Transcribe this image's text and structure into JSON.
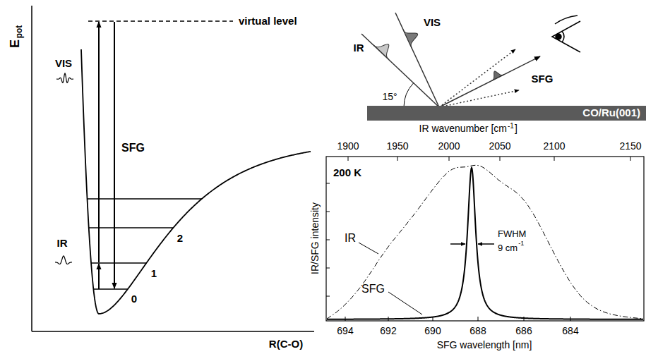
{
  "diagram": {
    "nodes": [
      {
        "text": [
          "CO/Ru(001)"
        ]
      }
    ],
    "labels": [
      "E",
      "pot",
      "virtual level",
      "VIS",
      "SFG",
      "IR",
      "2",
      "1",
      "0",
      "R(C-O)",
      "IR",
      "VIS",
      "15°",
      "SFG",
      "IR wavenumber [cm",
      "-1",
      "]",
      "1900",
      "1950",
      "2000",
      "2050",
      "2100",
      "2150",
      "200 K",
      "IR",
      "SFG",
      "FWHM",
      "9 cm",
      "-1",
      "IR/SFG intensity",
      "694",
      "692",
      "690",
      "688",
      "686",
      "684",
      "SFG wavelength [nm]"
    ]
  }
}
